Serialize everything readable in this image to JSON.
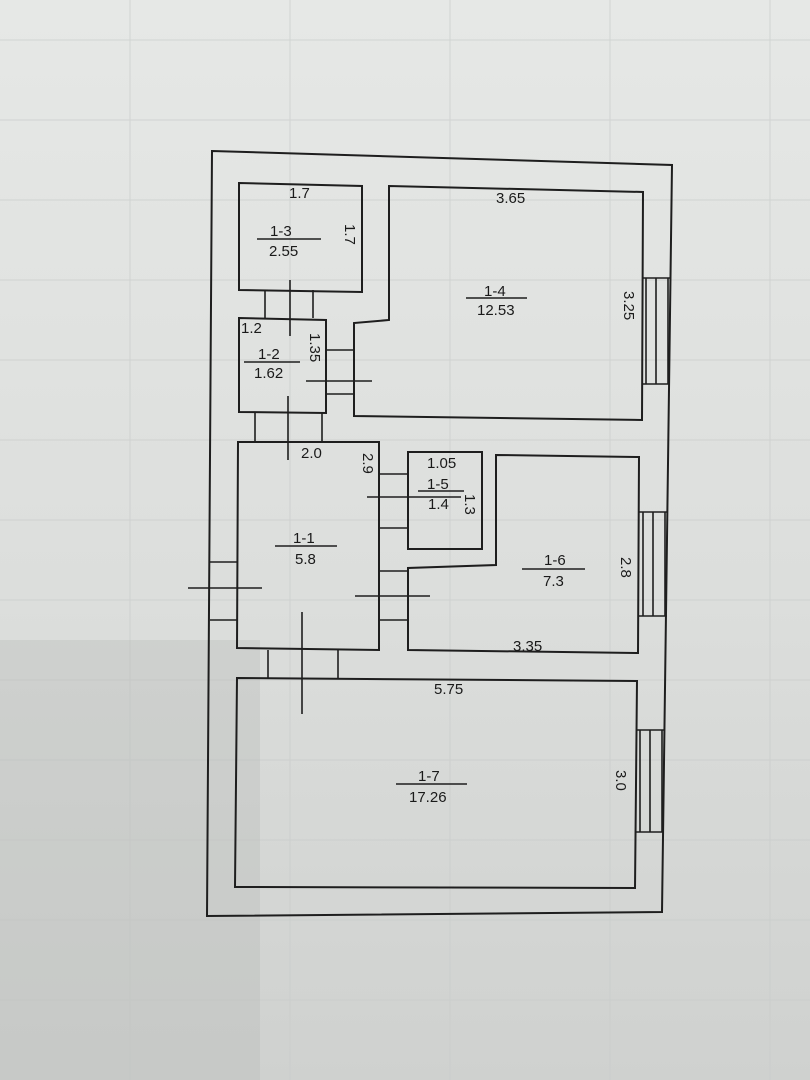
{
  "rooms": [
    {
      "id": "1-3",
      "area": "2.55"
    },
    {
      "id": "1-4",
      "area": "12.53"
    },
    {
      "id": "1-2",
      "area": "1.62"
    },
    {
      "id": "1-1",
      "area": "5.8"
    },
    {
      "id": "1-5",
      "area": "1.4"
    },
    {
      "id": "1-6",
      "area": "7.3"
    },
    {
      "id": "1-7",
      "area": "17.26"
    }
  ],
  "dimensions": {
    "r13_top": "1.7",
    "r13_side": "1.7",
    "r14_top": "3.65",
    "r14_side": "3.25",
    "r12_top": "1.2",
    "r12_side": "1.35",
    "r11_top": "2.0",
    "r11_side": "2.9",
    "r15_top": "1.05",
    "r15_side": "1.3",
    "r16_side": "2.8",
    "r16_bottom": "3.35",
    "r17_top": "5.75",
    "r17_side": "3.0"
  }
}
